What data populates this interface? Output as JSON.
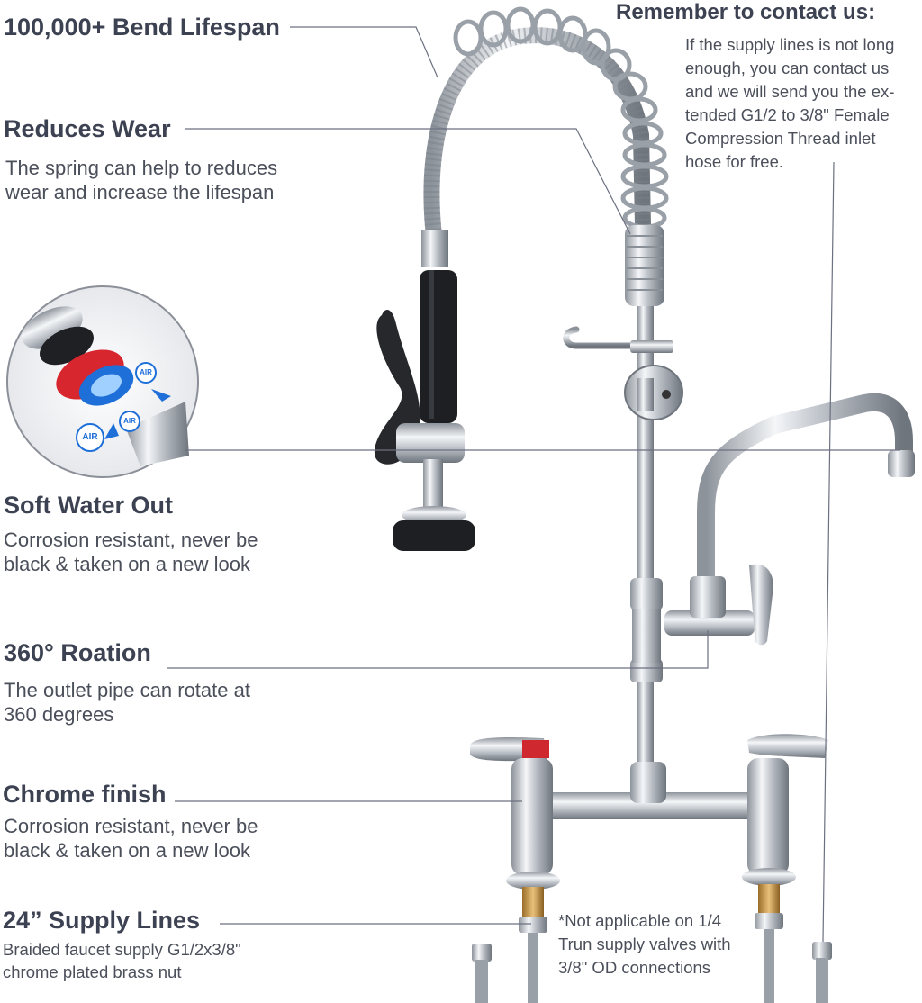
{
  "features": {
    "bend": {
      "title": "100,000+ Bend Lifespan"
    },
    "wear": {
      "title": "Reduces Wear",
      "line1": "The spring can help to reduces",
      "line2": "wear and increase the lifespan"
    },
    "soft": {
      "title": "Soft Water Out",
      "line1": "Corrosion resistant, never be",
      "line2": "black & taken on a new look"
    },
    "rotation": {
      "title": "360° Roation",
      "line1": "The outlet pipe can rotate at",
      "line2": "360 degrees"
    },
    "chrome": {
      "title": "Chrome finish",
      "line1": "Corrosion resistant, never be",
      "line2": "black & taken on a new look"
    },
    "supply": {
      "title": "24” Supply Lines",
      "line1": "Braided faucet supply G1/2x3/8\"",
      "line2": "chrome  plated brass nut"
    }
  },
  "contact": {
    "title": "Remember to contact us:",
    "lines": [
      "If the supply lines is not long",
      "enough, you can contact us",
      "and we will send you the ex-",
      "tended G1/2 to 3/8\" Female",
      "Compression Thread inlet",
      "hose for free."
    ]
  },
  "notice": {
    "lines": [
      "*Not applicable on 1/4",
      "Trun supply valves with",
      "3/8\" OD connections"
    ]
  },
  "aerator": {
    "air_labels": [
      "AIR",
      "AIR",
      "AIR"
    ]
  },
  "colors": {
    "heading": "#3c4252",
    "body": "#4a4f5a",
    "leader": "#6c7080",
    "chrome": "#c8ccd2",
    "accent_red": "#d8262f",
    "accent_blue": "#1e6fd8"
  }
}
